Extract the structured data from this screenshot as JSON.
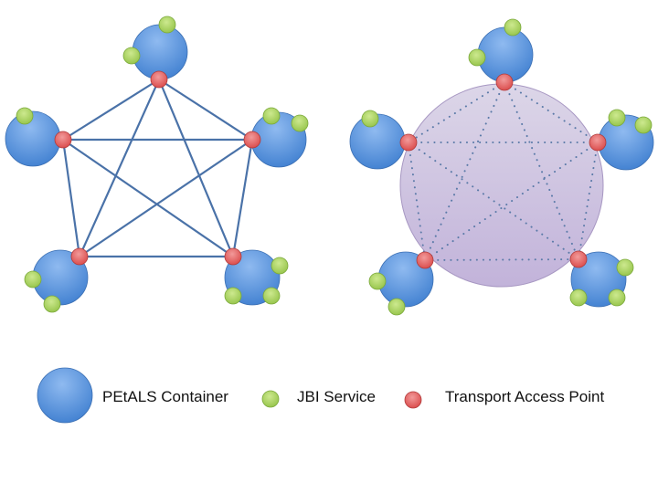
{
  "colors": {
    "container": "#4f8fdc",
    "container_light": "#8fbaf0",
    "container_stroke": "#3b6fb3",
    "service": "#a6d15a",
    "service_light": "#cde98f",
    "service_stroke": "#7aa83a",
    "access_point": "#e05555",
    "access_point_light": "#f29a9a",
    "access_point_stroke": "#b03a3a",
    "link": "#4a72a8",
    "bus_fill": "#c9bddd",
    "bus_stroke": "#a797c2",
    "bus_link": "#5b7aa8"
  },
  "diagrams": [
    {
      "name": "mesh-topology",
      "link_style": "solid",
      "nodes": [
        {
          "id": "top",
          "services": 2
        },
        {
          "id": "left",
          "services": 1
        },
        {
          "id": "right",
          "services": 2
        },
        {
          "id": "bottom-left",
          "services": 2
        },
        {
          "id": "bottom-right",
          "services": 3
        }
      ],
      "links": [
        [
          "top",
          "left"
        ],
        [
          "top",
          "right"
        ],
        [
          "top",
          "bottom-left"
        ],
        [
          "top",
          "bottom-right"
        ],
        [
          "left",
          "right"
        ],
        [
          "left",
          "bottom-left"
        ],
        [
          "left",
          "bottom-right"
        ],
        [
          "right",
          "bottom-left"
        ],
        [
          "right",
          "bottom-right"
        ],
        [
          "bottom-left",
          "bottom-right"
        ]
      ]
    },
    {
      "name": "bus-topology",
      "link_style": "dotted",
      "has_shared_bus": true,
      "nodes": [
        {
          "id": "top",
          "services": 2
        },
        {
          "id": "left",
          "services": 1
        },
        {
          "id": "right",
          "services": 2
        },
        {
          "id": "bottom-left",
          "services": 2
        },
        {
          "id": "bottom-right",
          "services": 3
        }
      ],
      "links": [
        [
          "top",
          "left"
        ],
        [
          "top",
          "right"
        ],
        [
          "top",
          "bottom-left"
        ],
        [
          "top",
          "bottom-right"
        ],
        [
          "left",
          "right"
        ],
        [
          "left",
          "bottom-left"
        ],
        [
          "left",
          "bottom-right"
        ],
        [
          "right",
          "bottom-left"
        ],
        [
          "right",
          "bottom-right"
        ],
        [
          "bottom-left",
          "bottom-right"
        ]
      ]
    }
  ],
  "legend": {
    "container_label": "PEtALS Container",
    "service_label": "JBI Service",
    "access_point_label": "Transport Access Point"
  }
}
